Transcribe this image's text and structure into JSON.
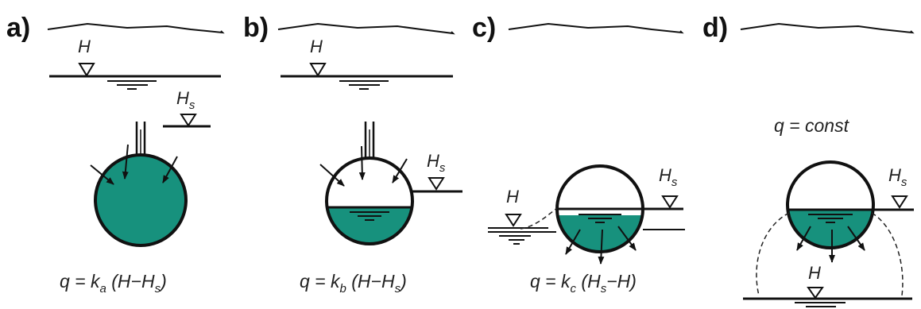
{
  "colors": {
    "water": "#17917d",
    "line": "#111111"
  },
  "panels": {
    "a": {
      "label": "a)",
      "h": "H",
      "hs_main": "H",
      "hs_sub": "s",
      "formula": {
        "pre": "q = k",
        "k_sub": "a",
        "post": " (H−H",
        "post_sub": "s",
        "end": ")"
      }
    },
    "b": {
      "label": "b)",
      "h": "H",
      "hs_main": "H",
      "hs_sub": "s",
      "formula": {
        "pre": "q = k",
        "k_sub": "b",
        "post": " (H−H",
        "post_sub": "s",
        "end": ")"
      }
    },
    "c": {
      "label": "c)",
      "h": "H",
      "hs_main": "H",
      "hs_sub": "s",
      "formula": {
        "pre": "q = k",
        "k_sub": "c",
        "post": " (H",
        "post_sub": "s",
        "end": "−H)"
      }
    },
    "d": {
      "label": "d)",
      "h": "H",
      "hs_main": "H",
      "hs_sub": "s",
      "formula_text": "q = const"
    }
  }
}
